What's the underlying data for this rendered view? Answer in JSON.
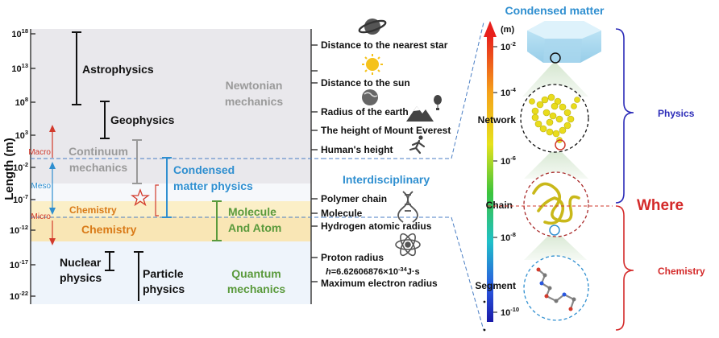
{
  "left_axis": {
    "title": "Length (m)",
    "ticks": [
      {
        "base": "10",
        "exp": "18"
      },
      {
        "base": "10",
        "exp": "13"
      },
      {
        "base": "10",
        "exp": "8"
      },
      {
        "base": "10",
        "exp": "3"
      },
      {
        "base": "10",
        "exp": "-2"
      },
      {
        "base": "10",
        "exp": "-7"
      },
      {
        "base": "10",
        "exp": "-12"
      },
      {
        "base": "10",
        "exp": "-17"
      },
      {
        "base": "10",
        "exp": "-22"
      }
    ],
    "scale_labels": {
      "macro": "Macro",
      "meso": "Meso",
      "micro": "Micro"
    }
  },
  "disciplines": {
    "astrophysics": "Astrophysics",
    "geophysics": "Geophysics",
    "newtonian_1": "Newtonian",
    "newtonian_2": "mechanics",
    "continuum_1": "Continuum",
    "continuum_2": "mechanics",
    "condensed_1": "Condensed",
    "condensed_2": "matter physics",
    "chemistry_upper": "Chemistry",
    "chemistry_lower": "Chemistry",
    "molecule_1": "Molecule",
    "molecule_2": "And Atom",
    "nuclear_1": "Nuclear",
    "nuclear_2": "physics",
    "particle_1": "Particle",
    "particle_2": "physics",
    "quantum_1": "Quantum",
    "quantum_2": "mechanics",
    "interdisciplinary": "Interdisciplinary"
  },
  "scale_items": [
    "Distance to the nearest star",
    "Distance to the sun",
    "Radius of the earth",
    "The height of Mount Everest",
    "Human's height",
    "Polymer chain",
    "Molecule",
    "Hydrogen atomic radius",
    "Proton radius",
    "Maximum electron radius"
  ],
  "planck": {
    "prefix": "h",
    "value": "=6.62606876×10",
    "exp": "-34",
    "unit": "J·s"
  },
  "right_panel": {
    "title": "Condensed matter",
    "unit": "(m)",
    "ticks": [
      {
        "base": "10",
        "exp": "-2"
      },
      {
        "base": "10",
        "exp": "-4"
      },
      {
        "base": "10",
        "exp": "-6"
      },
      {
        "base": "10",
        "exp": "-8"
      },
      {
        "base": "10",
        "exp": "-10"
      }
    ],
    "levels": [
      "Network",
      "Chain",
      "Segment"
    ],
    "where": "Where",
    "physics": "Physics",
    "chemistry": "Chemistry"
  },
  "colors": {
    "newtonian_band": "#e9e8ec",
    "chemistry_band": "#fbefc7",
    "quantum_band": "#eef4fb",
    "condensed_blue": "#2f8fd0",
    "chemistry_orange": "#d97a17",
    "molecule_green": "#5a9a3c",
    "macro_red": "#d23a2c",
    "brace_blue": "#2b2bb8",
    "brace_red": "#d42a2a"
  }
}
